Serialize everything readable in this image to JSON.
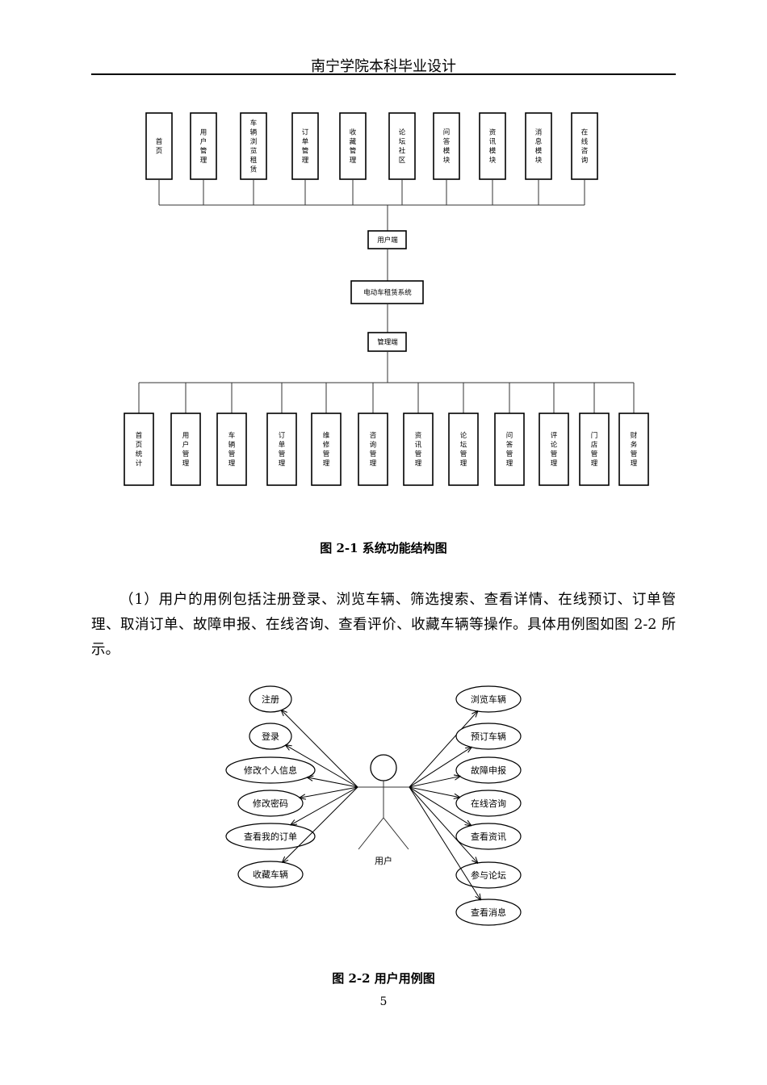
{
  "header": {
    "title": "南宁学院本科毕业设计"
  },
  "figure1": {
    "caption": "图 2-1    系统功能结构图",
    "center": "电动车租赁系统",
    "user_side": {
      "label": "用户端",
      "modules": [
        "首页",
        "用户管理",
        "车辆浏览租赁",
        "订单管理",
        "收藏管理",
        "论坛社区",
        "问答模块",
        "资讯模块",
        "消息模块",
        "在线咨询"
      ]
    },
    "admin_side": {
      "label": "管理端",
      "modules": [
        "首页统计",
        "用户管理",
        "车辆管理",
        "订单管理",
        "维修管理",
        "咨询管理",
        "资讯管理",
        "论坛管理",
        "问答管理",
        "评论管理",
        "门店管理",
        "财务管理"
      ]
    }
  },
  "body": {
    "paragraph": "（1）用户的用例包括注册登录、浏览车辆、筛选搜索、查看详情、在线预订、订单管理、取消订单、故障申报、在线咨询、查看评价、收藏车辆等操作。具体用例图如图 2-2 所示。"
  },
  "figure2": {
    "caption": "图 2-2    用户用例图",
    "actor": "用户",
    "left_cases": [
      "注册",
      "登录",
      "修改个人信息",
      "修改密码",
      "查看我的订单",
      "收藏车辆"
    ],
    "right_cases": [
      "浏览车辆",
      "预订车辆",
      "故障申报",
      "在线咨询",
      "查看资讯",
      "参与论坛",
      "查看消息"
    ]
  },
  "footer": {
    "page_number": "5"
  }
}
